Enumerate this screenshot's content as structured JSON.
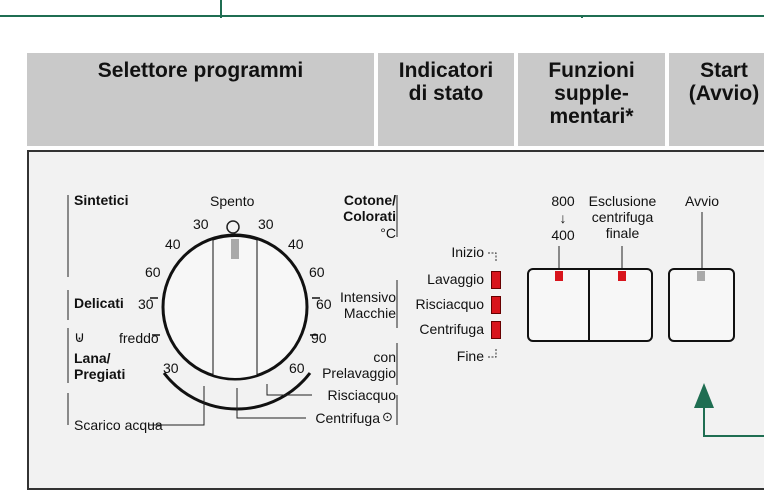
{
  "headers": {
    "program_selector": "Selettore programmi",
    "status_indicators": "Indicatori\ndi stato",
    "extra_functions": "Funzioni\nsupple-\nmentari*",
    "start": "Start\n(Avvio)"
  },
  "dial": {
    "off_label": "Spento",
    "left_group": {
      "synthetics": "Sintetici",
      "delicates": "Delicati",
      "wool_line1": "Lana/",
      "wool_line2": "Pregiati",
      "drain": "Scarico acqua"
    },
    "right_group": {
      "cotton_line1": "Cotone/",
      "cotton_line2": "Colorati",
      "celsius": "°C",
      "intensive_line1": "Intensivo",
      "intensive_line2": "Macchie",
      "prewash_line1": "con",
      "prewash_line2": "Prelavaggio",
      "rinse": "Risciacquo",
      "spin": "Centrifuga"
    },
    "temps_left": [
      "30",
      "40",
      "60",
      "30",
      "freddo",
      "30"
    ],
    "temps_right": [
      "30",
      "40",
      "60",
      "60",
      "90",
      "60"
    ]
  },
  "status": {
    "items": [
      {
        "label": "Inizio",
        "lit": false
      },
      {
        "label": "Lavaggio",
        "lit": true
      },
      {
        "label": "Risciacquo",
        "lit": true
      },
      {
        "label": "Centrifuga",
        "lit": true
      },
      {
        "label": "Fine",
        "lit": false
      }
    ],
    "led_color": "#d8141c"
  },
  "functions": {
    "speed_top": "800",
    "arrow": "↓",
    "speed_bottom": "400",
    "spin_exclusion": "Esclusione\ncentrifuga\nfinale"
  },
  "start": {
    "label": "Avvio"
  },
  "colors": {
    "accent": "#1f6e52",
    "header_bg": "#c9c9c9",
    "panel_bg": "#f2f2f2",
    "led_red": "#d8141c",
    "led_gray": "#a9a9a9"
  }
}
